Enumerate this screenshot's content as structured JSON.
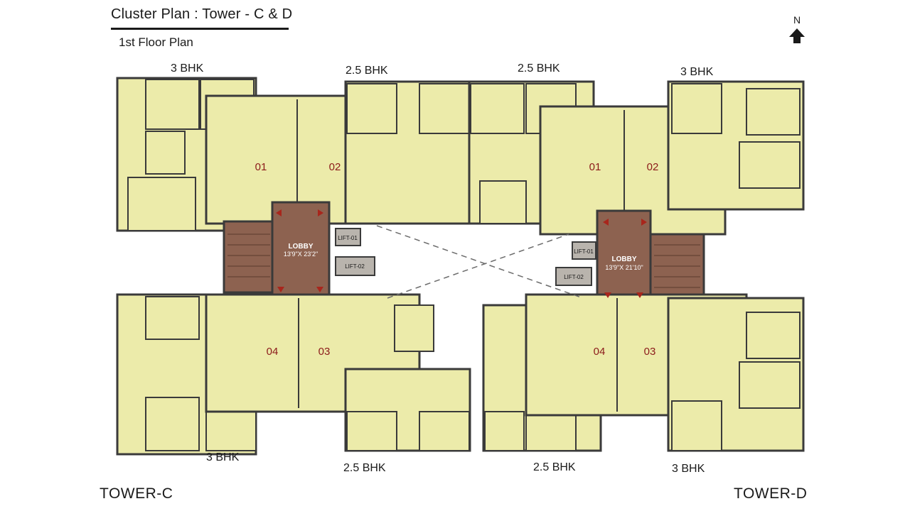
{
  "header": {
    "title": "Cluster Plan : Tower - C & D",
    "subtitle": "1st Floor Plan"
  },
  "compass": {
    "letter": "N"
  },
  "towers": {
    "left": "TOWER-C",
    "right": "TOWER-D"
  },
  "unit_types": {
    "c_top_left": "3 BHK",
    "c_top_right": "2.5 BHK",
    "d_top_left": "2.5 BHK",
    "d_top_right": "3 BHK",
    "c_bottom_left": "3 BHK",
    "c_bottom_right": "2.5 BHK",
    "d_bottom_left": "2.5 BHK",
    "d_bottom_right": "3 BHK"
  },
  "flat_numbers": {
    "c_01": "01",
    "c_02": "02",
    "c_03": "03",
    "c_04": "04",
    "d_01": "01",
    "d_02": "02",
    "d_03": "03",
    "d_04": "04"
  },
  "lobbies": {
    "c": {
      "label": "LOBBY",
      "size": "13'9\"X 23'2\"",
      "lift1": "LIFT-01",
      "lift2": "LIFT-02"
    },
    "d": {
      "label": "LOBBY",
      "size": "13'9\"X 21'10\"",
      "lift1": "LIFT-01",
      "lift2": "LIFT-02"
    }
  },
  "colors": {
    "room_fill": "#ecebaa",
    "lobby_fill": "#8d6250",
    "wall": "#3a3a3a",
    "flat_number": "#8b1a1a",
    "lift_fill": "#b9b4ad"
  }
}
